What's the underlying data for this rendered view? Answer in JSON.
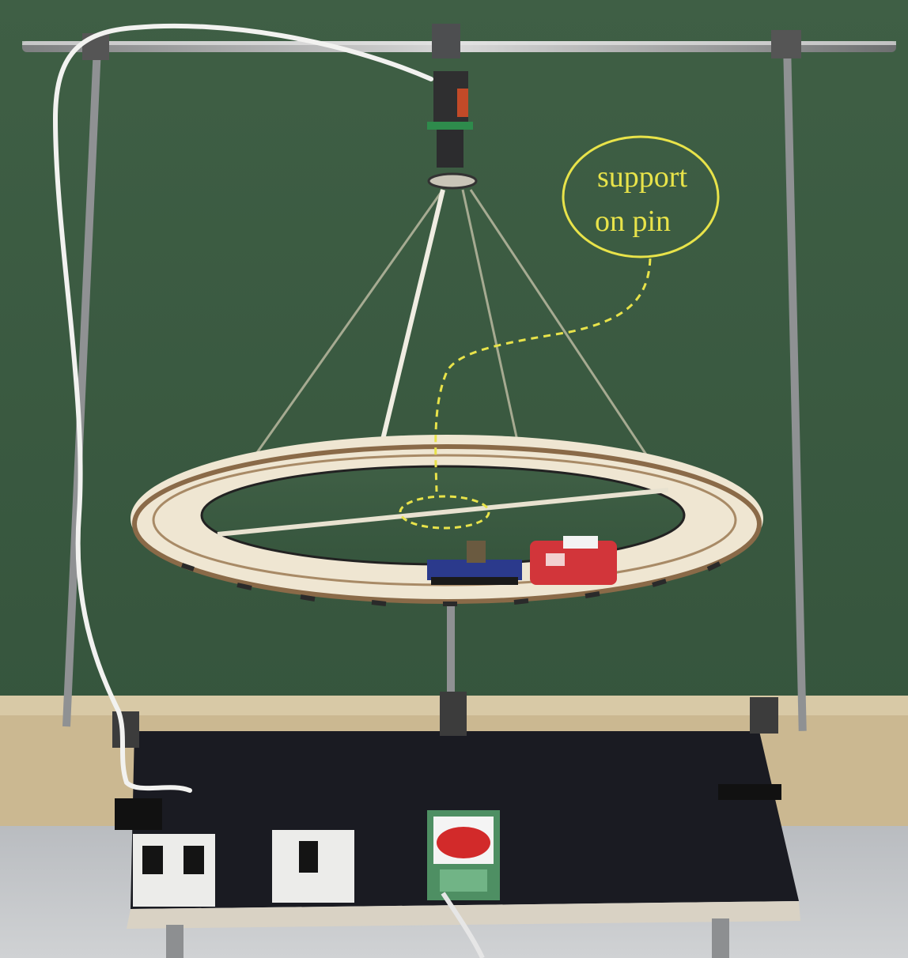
{
  "annotation": {
    "line1": "support",
    "line2": "on pin"
  },
  "colors": {
    "board": "#3b5a40",
    "annotation": "#e8e34a",
    "track": "#efe6d2",
    "rail": "#8a6a48",
    "table_top": "#1a1b22",
    "frame_metal": "#9a9a9a",
    "locomotive": "#d2353a",
    "wagon": "#2b3a8c",
    "button": "#d22a2a"
  },
  "objects": {
    "frame": "metal-stand-frame",
    "track": "circular-model-railway-track",
    "train": "model-train-locomotive-and-wagon",
    "table": "black-table",
    "controls": [
      "switch-box-left",
      "switch-box-middle",
      "red-button-box"
    ]
  }
}
